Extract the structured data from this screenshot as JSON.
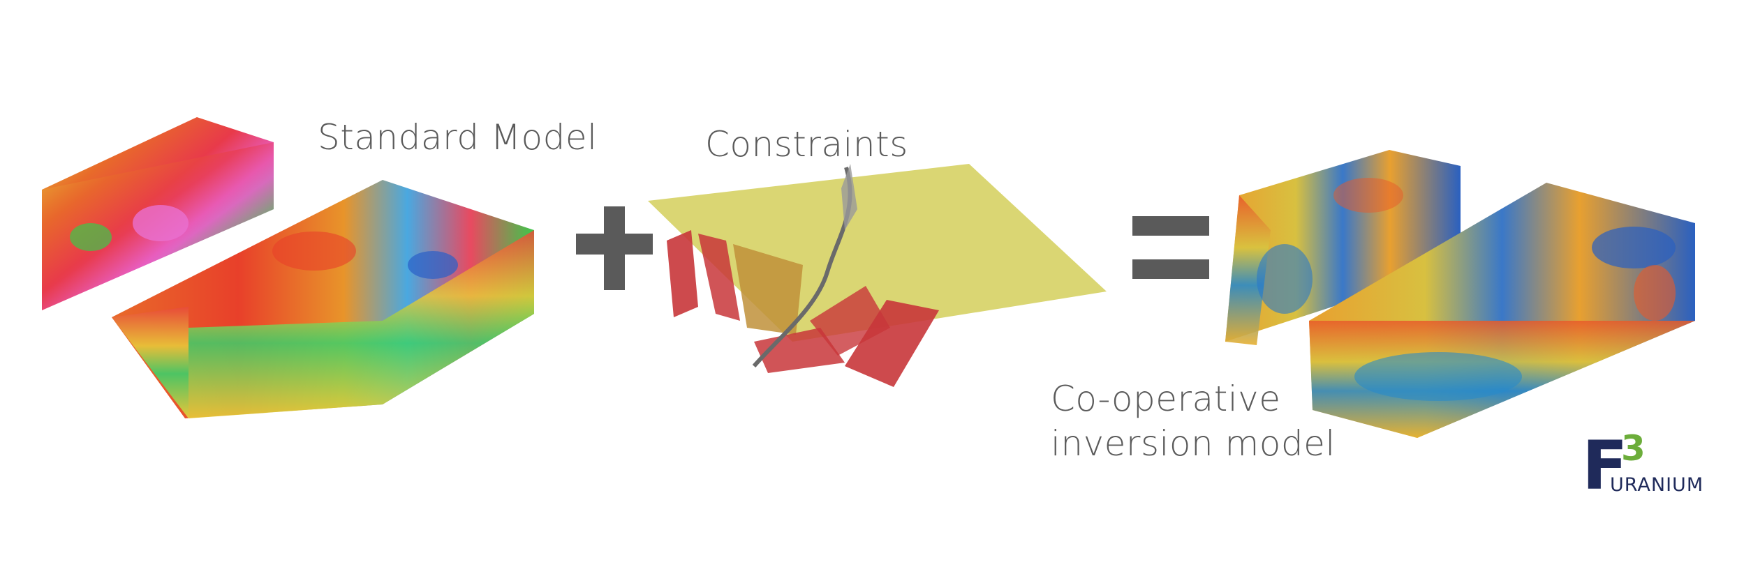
{
  "labels": {
    "standard_model": "Standard Model",
    "constraints": "Constraints",
    "cooperative_line1": "Co-operative",
    "cooperative_line2": "inversion model"
  },
  "operators": {
    "plus": "+",
    "equals": "="
  },
  "logo": {
    "letter": "F",
    "number": "3",
    "word": "URANIUM"
  },
  "colors": {
    "operator": "#5a5a5a",
    "label": "#5a5a5a",
    "plane": "#d4cf5a",
    "fault": "#c8363a",
    "logo_navy": "#1f2a5a",
    "logo_green": "#6cad3a"
  }
}
